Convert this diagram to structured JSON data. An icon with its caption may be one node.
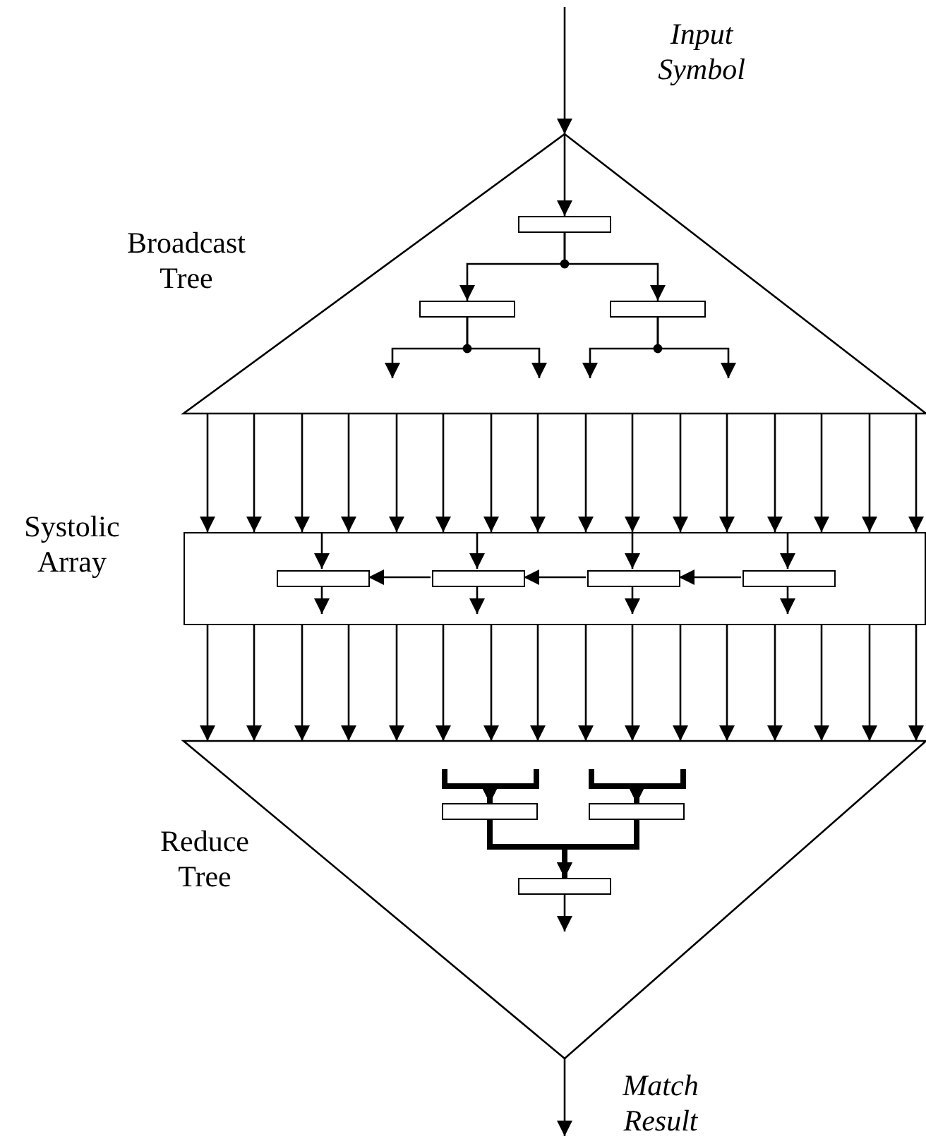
{
  "diagram": {
    "nodes": [
      {
        "text": [],
        "shape": "triangle",
        "beside": [
          "Broadcast Tree"
        ]
      },
      {
        "text": [],
        "shape": "box",
        "in": 0
      },
      {
        "text": [],
        "shape": "box",
        "in": 0
      },
      {
        "text": [],
        "shape": "box",
        "in": 0
      },
      {
        "text": [],
        "shape": "box",
        "beside": [
          "Systolic Array"
        ]
      },
      {
        "text": [],
        "shape": "box",
        "in": 4
      },
      {
        "text": [],
        "shape": "box",
        "in": 4
      },
      {
        "text": [],
        "shape": "box",
        "in": 4
      },
      {
        "text": [],
        "shape": "box",
        "in": 4
      },
      {
        "text": [],
        "shape": "triangle",
        "beside": [
          "Reduce Tree"
        ]
      },
      {
        "text": [],
        "shape": "box",
        "in": 9
      },
      {
        "text": [],
        "shape": "box",
        "in": 9
      },
      {
        "text": [],
        "shape": "box",
        "in": 9
      }
    ],
    "edges": [
      {
        "from": null,
        "to": 0,
        "arrow": "to"
      },
      {
        "from": 0,
        "to": 1,
        "arrow": "to"
      },
      {
        "from": 1,
        "to": 2,
        "arrow": "to"
      },
      {
        "from": 1,
        "to": 3,
        "arrow": "to"
      },
      {
        "from": 2,
        "to": null,
        "arrow": "to"
      },
      {
        "from": 2,
        "to": null,
        "arrow": "to"
      },
      {
        "from": 3,
        "to": null,
        "arrow": "to"
      },
      {
        "from": 3,
        "to": null,
        "arrow": "to"
      },
      {
        "from": 0,
        "to": 4,
        "arrow": "to"
      },
      {
        "from": 0,
        "to": 4,
        "arrow": "to"
      },
      {
        "from": 0,
        "to": 4,
        "arrow": "to"
      },
      {
        "from": 0,
        "to": 4,
        "arrow": "to"
      },
      {
        "from": 0,
        "to": 4,
        "arrow": "to"
      },
      {
        "from": 0,
        "to": 4,
        "arrow": "to"
      },
      {
        "from": 0,
        "to": 4,
        "arrow": "to"
      },
      {
        "from": 0,
        "to": 4,
        "arrow": "to"
      },
      {
        "from": 0,
        "to": 4,
        "arrow": "to"
      },
      {
        "from": 0,
        "to": 4,
        "arrow": "to"
      },
      {
        "from": 0,
        "to": 4,
        "arrow": "to"
      },
      {
        "from": 0,
        "to": 4,
        "arrow": "to"
      },
      {
        "from": 0,
        "to": 4,
        "arrow": "to"
      },
      {
        "from": 0,
        "to": 4,
        "arrow": "to"
      },
      {
        "from": 0,
        "to": 4,
        "arrow": "to"
      },
      {
        "from": 0,
        "to": 4,
        "arrow": "to"
      },
      {
        "from": 4,
        "to": 5,
        "arrow": "to"
      },
      {
        "from": 4,
        "to": 6,
        "arrow": "to"
      },
      {
        "from": 4,
        "to": 7,
        "arrow": "to"
      },
      {
        "from": 4,
        "to": 8,
        "arrow": "to"
      },
      {
        "from": 5,
        "to": null,
        "arrow": "to"
      },
      {
        "from": 6,
        "to": null,
        "arrow": "to"
      },
      {
        "from": 7,
        "to": null,
        "arrow": "to"
      },
      {
        "from": 8,
        "to": null,
        "arrow": "to"
      },
      {
        "from": 6,
        "to": 5,
        "arrow": "to"
      },
      {
        "from": 7,
        "to": 6,
        "arrow": "to"
      },
      {
        "from": 8,
        "to": 7,
        "arrow": "to"
      },
      {
        "from": 4,
        "to": 9,
        "arrow": "to"
      },
      {
        "from": 4,
        "to": 9,
        "arrow": "to"
      },
      {
        "from": 4,
        "to": 9,
        "arrow": "to"
      },
      {
        "from": 4,
        "to": 9,
        "arrow": "to"
      },
      {
        "from": 4,
        "to": 9,
        "arrow": "to"
      },
      {
        "from": 4,
        "to": 9,
        "arrow": "to"
      },
      {
        "from": 4,
        "to": 9,
        "arrow": "to"
      },
      {
        "from": 4,
        "to": 9,
        "arrow": "to"
      },
      {
        "from": 4,
        "to": 9,
        "arrow": "to"
      },
      {
        "from": 4,
        "to": 9,
        "arrow": "to"
      },
      {
        "from": 4,
        "to": 9,
        "arrow": "to"
      },
      {
        "from": 4,
        "to": 9,
        "arrow": "to"
      },
      {
        "from": 4,
        "to": 9,
        "arrow": "to"
      },
      {
        "from": 4,
        "to": 9,
        "arrow": "to"
      },
      {
        "from": 4,
        "to": 9,
        "arrow": "to"
      },
      {
        "from": 4,
        "to": 9,
        "arrow": "to"
      },
      {
        "from": null,
        "to": 10,
        "arrow": "to",
        "style": "thick"
      },
      {
        "from": null,
        "to": 10,
        "arrow": "to",
        "style": "thick"
      },
      {
        "from": null,
        "to": 11,
        "arrow": "to",
        "style": "thick"
      },
      {
        "from": null,
        "to": 11,
        "arrow": "to",
        "style": "thick"
      },
      {
        "from": 10,
        "to": 12,
        "arrow": "to",
        "style": "thick"
      },
      {
        "from": 11,
        "to": 12,
        "arrow": "to",
        "style": "thick"
      },
      {
        "from": 12,
        "to": null,
        "arrow": "to"
      },
      {
        "from": 9,
        "to": null,
        "arrow": "to"
      }
    ],
    "labels": [
      "Input Symbol",
      "Match Result"
    ]
  }
}
